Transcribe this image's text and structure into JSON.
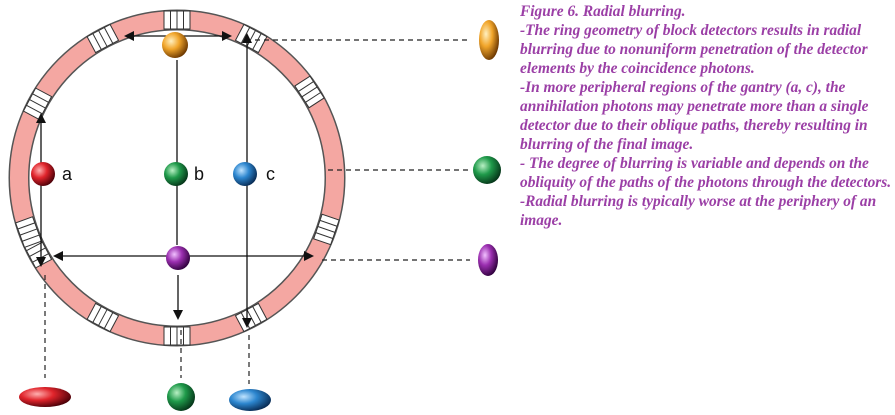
{
  "caption": {
    "title": "Figure 6. Radial blurring.",
    "paragraphs": [
      "-The ring geometry of block detectors results in radial blurring due to nonuniform penetration of the detector elements by the coincidence photons.",
      "-In more peripheral regions of the gantry (a, c), the annihilation photons may penetrate more than a single detector due to their oblique paths, thereby resulting in blurring of the final image.",
      "- The degree of blurring is variable and depends on the obliquity of the paths of the photons through the detectors.",
      "-Radial blurring is typically worse at the periphery of an image."
    ]
  },
  "labels": {
    "a": "a",
    "b": "b",
    "c": "c"
  },
  "colors": {
    "ring": "#f4a7a2",
    "ring_outline": "#555555",
    "source_a": "#e0242b",
    "source_b": "#1f9a4a",
    "source_c": "#2c86cf",
    "orange": "#f1a52a",
    "purple": "#9b2fb0",
    "caption_text": "#9b3fa6"
  }
}
